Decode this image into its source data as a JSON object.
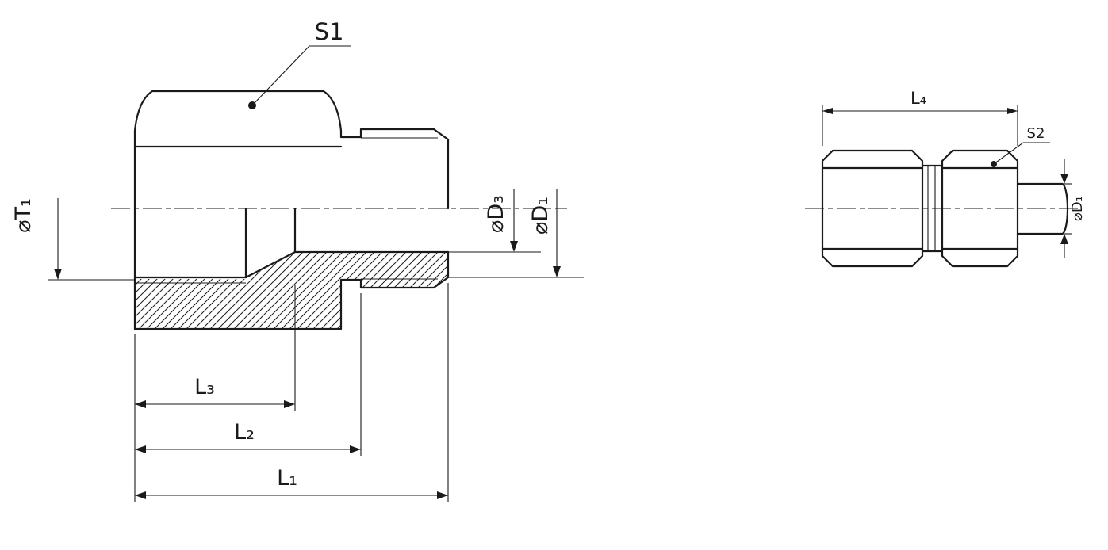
{
  "page": {
    "background": "#ffffff",
    "line_color": "#1a1a1a",
    "type": "technical drawing, straight fitting with female thread, two views"
  },
  "main_view": {
    "name": "sectioned front view",
    "labels": {
      "s1": "S1",
      "t1": "⌀T₁",
      "d3": "⌀D₃",
      "d1": "⌀D₁",
      "l3": "L₃",
      "l2": "L₂",
      "l1": "L₁"
    }
  },
  "side_view": {
    "name": "assembled side view",
    "labels": {
      "l4": "L₄",
      "s2": "S2",
      "d1": "⌀D₁"
    }
  }
}
